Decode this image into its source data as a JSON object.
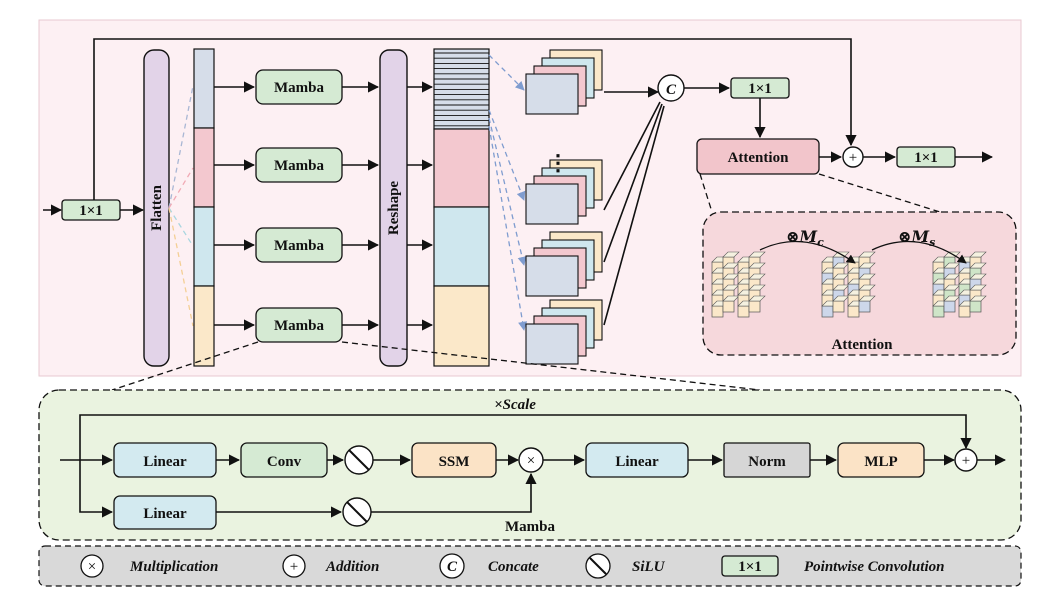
{
  "top_module": {
    "conv_in": "1×1",
    "flatten": "Flatten",
    "mamba_blocks": [
      "Mamba",
      "Mamba",
      "Mamba",
      "Mamba"
    ],
    "reshape": "Reshape",
    "concat_symbol": "C",
    "conv_after_concat": "1×1",
    "attention": "Attention",
    "conv_out": "1×1",
    "add_symbol": "+",
    "ellipsis": "⋮"
  },
  "attention_detail": {
    "channel_op": "⊗M",
    "channel_sub": "c",
    "spatial_op": "⊗M",
    "spatial_sub": "s",
    "caption": "Attention"
  },
  "mamba_detail": {
    "scale": "×Scale",
    "linear_1": "Linear",
    "conv": "Conv",
    "ssm": "SSM",
    "linear_2": "Linear",
    "norm": "Norm",
    "mlp": "MLP",
    "linear_3": "Linear",
    "mult_symbol": "×",
    "add_symbol": "+",
    "caption": "Mamba"
  },
  "legend": [
    {
      "symbol": "×",
      "label": "Multiplication"
    },
    {
      "symbol": "+",
      "label": "Addition"
    },
    {
      "symbol": "C",
      "label": "Concate"
    },
    {
      "symbol": "silu",
      "label": "SiLU"
    },
    {
      "symbol": "1×1",
      "label": "Pointwise Convolution"
    }
  ],
  "colors": {
    "panel_pink": "#fdf0f3",
    "panel_green": "#eaf3e0",
    "legend_gray": "#d9d9d9",
    "mamba_green": "#d5ead3",
    "flatten_purple": "#e2d3e8",
    "attention_pink": "#f2c5cb",
    "linear_blue": "#d3eaf0",
    "ssm_orange": "#fbe3c6",
    "norm_gray": "#d6d6d6",
    "seg_blue": "#d6dde9",
    "seg_pink": "#f3c8cf",
    "seg_cyan": "#cfe7ee",
    "seg_cream": "#fbe8c9"
  }
}
